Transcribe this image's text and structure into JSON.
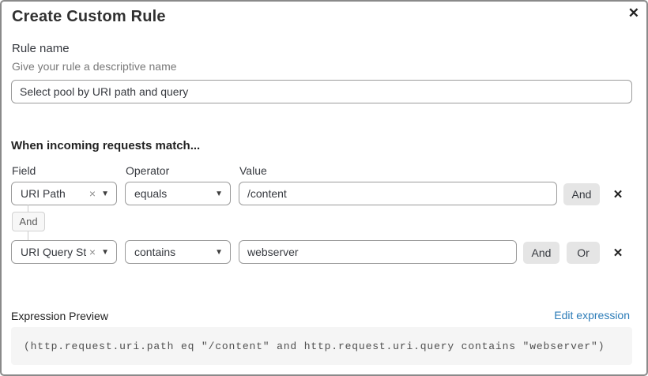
{
  "dialog": {
    "title": "Create Custom Rule"
  },
  "icons": {
    "close": "✕",
    "remove": "✕",
    "clear": "×",
    "caret": "▼"
  },
  "rule_name": {
    "label": "Rule name",
    "helper": "Give your rule a descriptive name",
    "value": "Select pool by URI path and query"
  },
  "match": {
    "heading": "When incoming requests match...",
    "columns": {
      "field": "Field",
      "operator": "Operator",
      "value": "Value"
    },
    "connector_label": "And",
    "rows": [
      {
        "field": "URI Path",
        "operator": "equals",
        "value": "/content",
        "buttons": [
          "And"
        ]
      },
      {
        "field": "URI Query St...",
        "operator": "contains",
        "value": "webserver",
        "buttons": [
          "And",
          "Or"
        ]
      }
    ]
  },
  "expression": {
    "label": "Expression Preview",
    "edit_link": "Edit expression",
    "code": "(http.request.uri.path eq \"/content\" and http.request.uri.query contains \"webserver\")"
  },
  "colors": {
    "link_blue": "#2c7cb8",
    "button_gray": "#e5e5e5",
    "code_background": "#f5f5f5",
    "input_border": "#9b9b9b",
    "text_primary": "#36393f",
    "text_muted": "#797979"
  }
}
